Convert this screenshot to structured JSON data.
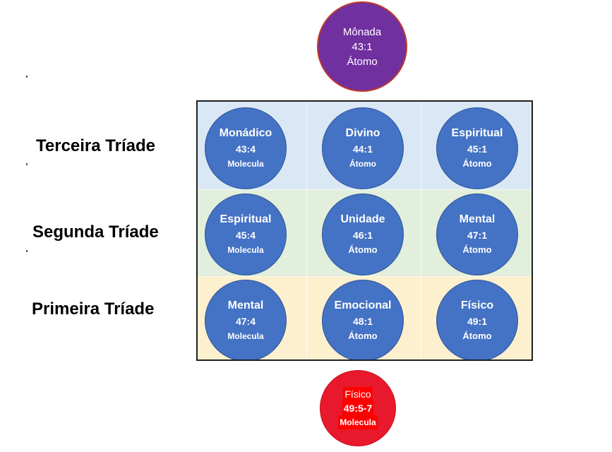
{
  "top_node": {
    "name": "Mônada",
    "code": "43:1",
    "kind": "Átomo",
    "color": "#7030a0"
  },
  "bottom_node": {
    "name": "Físico",
    "code": "49:5-7",
    "kind": "Molecula",
    "color": "#e8192c"
  },
  "rows": [
    {
      "label": "Terceira Tríade",
      "band_color": "#dae8f5",
      "cells": [
        {
          "name": "Monádico",
          "code": "43:4",
          "kind": "Molecula"
        },
        {
          "name": "Divino",
          "code": "44:1",
          "kind": "Átomo"
        },
        {
          "name": "Espiritual",
          "code": "45:1",
          "kind": "Átomo"
        }
      ]
    },
    {
      "label": "Segunda Tríade",
      "band_color": "#e1efdc",
      "cells": [
        {
          "name": "Espiritual",
          "code": "45:4",
          "kind": "Molecula"
        },
        {
          "name": "Unidade",
          "code": "46:1",
          "kind": "Átomo"
        },
        {
          "name": "Mental",
          "code": "47:1",
          "kind": "Átomo"
        }
      ]
    },
    {
      "label": "Primeira Tríade",
      "band_color": "#fdf0cf",
      "cells": [
        {
          "name": "Mental",
          "code": "47:4",
          "kind": "Molecula"
        },
        {
          "name": "Emocional",
          "code": "48:1",
          "kind": "Átomo"
        },
        {
          "name": "Físico",
          "code": "49:1",
          "kind": "Átomo"
        }
      ]
    }
  ],
  "node_color": "#4472c4"
}
